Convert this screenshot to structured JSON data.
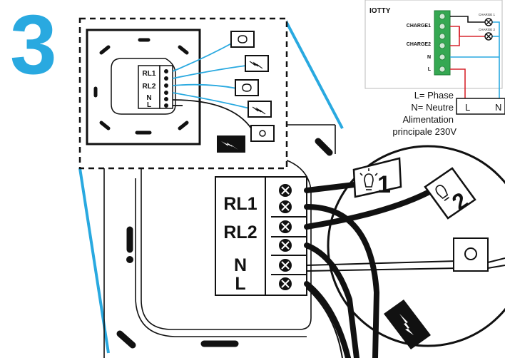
{
  "step_number": "3",
  "terminal_labels": {
    "rl1": "RL1",
    "rl2": "RL2",
    "n": "N",
    "l": "L"
  },
  "module": {
    "brand": "IOTTY",
    "charge1": "CHARGE1",
    "charge2": "CHARGE2",
    "n": "N",
    "l": "L",
    "lamp1_label": "CHARGE 1",
    "lamp2_label": "CHARGE 2"
  },
  "supply": {
    "l_label": "L",
    "n_label": "N"
  },
  "legend": {
    "phase": "L= Phase",
    "neutre": "N= Neutre",
    "alim_line1": "Alimentation",
    "alim_line2": "principale 230V"
  },
  "bulb_numbers": {
    "one": "1",
    "two": "2"
  },
  "colors": {
    "accent_blue": "#29a9e0",
    "module_green": "#35a852",
    "wire_red": "#d7262e",
    "ink": "#111111"
  },
  "icons": [
    "bulb-icon",
    "flash-icon",
    "switch-icon"
  ]
}
